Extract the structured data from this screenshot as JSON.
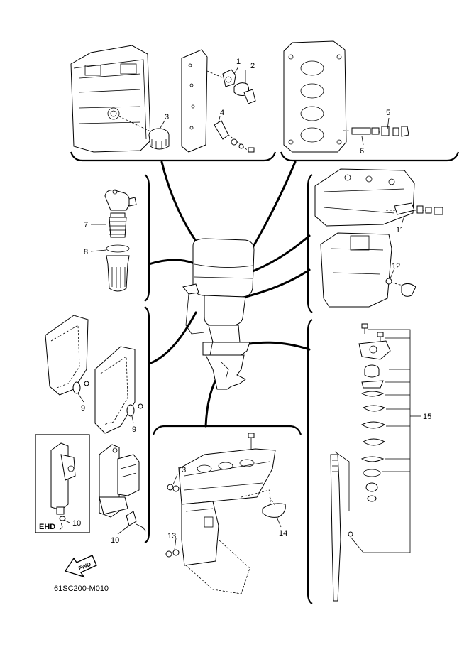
{
  "diagram": {
    "code": "61SC200-M010",
    "fwd_label": "FWD",
    "ehd_label": "EHD",
    "callouts": [
      {
        "key": "c1",
        "text": "1"
      },
      {
        "key": "c2",
        "text": "2"
      },
      {
        "key": "c3",
        "text": "3"
      },
      {
        "key": "c4",
        "text": "4"
      },
      {
        "key": "c5",
        "text": "5"
      },
      {
        "key": "c6",
        "text": "6"
      },
      {
        "key": "c7",
        "text": "7"
      },
      {
        "key": "c8",
        "text": "8"
      },
      {
        "key": "c9a",
        "text": "9"
      },
      {
        "key": "c9b",
        "text": "9"
      },
      {
        "key": "c10a",
        "text": "10"
      },
      {
        "key": "c10b",
        "text": "10"
      },
      {
        "key": "c11",
        "text": "11"
      },
      {
        "key": "c12",
        "text": "12"
      },
      {
        "key": "c13a",
        "text": "13"
      },
      {
        "key": "c13b",
        "text": "13"
      },
      {
        "key": "c14",
        "text": "14"
      },
      {
        "key": "c15",
        "text": "15"
      }
    ]
  }
}
